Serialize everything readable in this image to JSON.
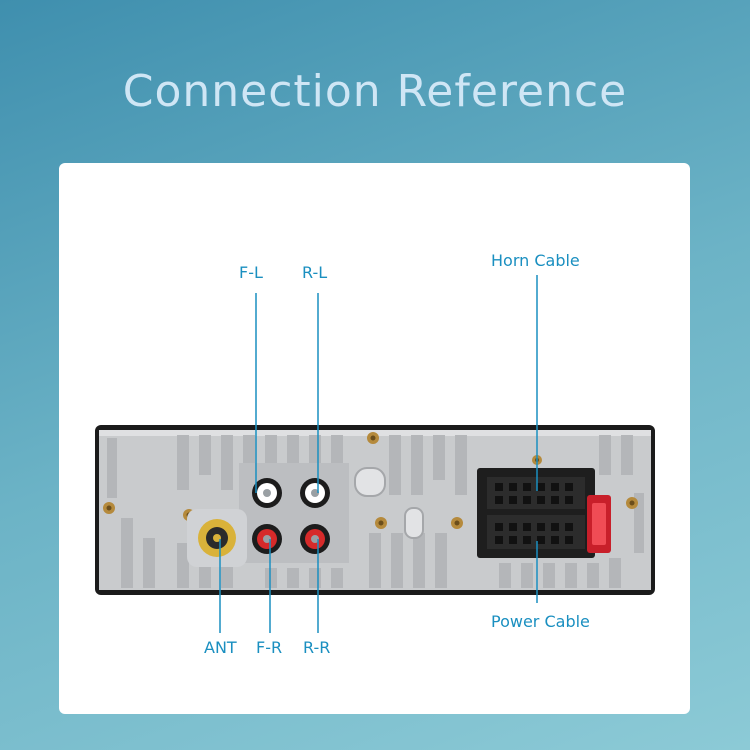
{
  "title": "Connection Reference",
  "labels": {
    "fl": "F-L",
    "rl": "R-L",
    "horn": "Horn Cable",
    "ant": "ANT",
    "fr": "F-R",
    "rr": "R-R",
    "power": "Power Cable"
  },
  "colors": {
    "accent": "#1a8fc0",
    "title": "#cfe6f5",
    "rca_white": "#ffffff",
    "rca_red": "#d62a2a",
    "antenna": "#d9b23a",
    "fuse": "#e0303a"
  }
}
